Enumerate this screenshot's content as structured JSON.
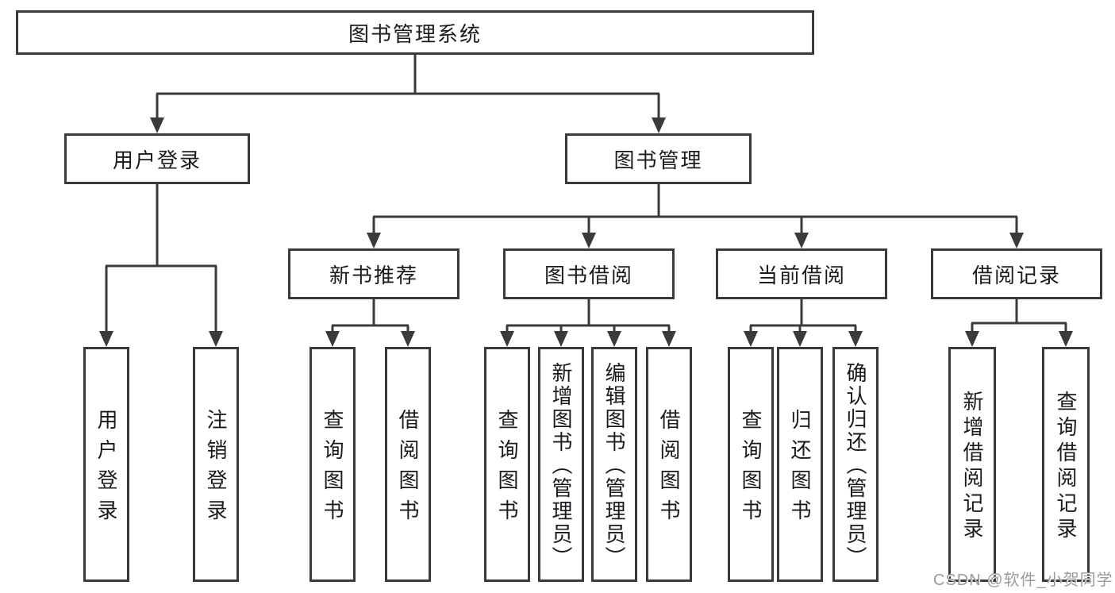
{
  "tree": {
    "root": {
      "label": "图书管理系统"
    },
    "level2": [
      {
        "id": "user-login",
        "label": "用户登录"
      },
      {
        "id": "book-management",
        "label": "图书管理"
      }
    ],
    "level3": [
      {
        "id": "new-book-recommend",
        "parent": "book-management",
        "label": "新书推荐"
      },
      {
        "id": "book-borrowing",
        "parent": "book-management",
        "label": "图书借阅"
      },
      {
        "id": "current-borrowing",
        "parent": "book-management",
        "label": "当前借阅"
      },
      {
        "id": "borrowing-records",
        "parent": "book-management",
        "label": "借阅记录"
      }
    ],
    "leaves": [
      {
        "parent": "user-login",
        "label": "用户登录"
      },
      {
        "parent": "user-login",
        "label": "注销登录"
      },
      {
        "parent": "new-book-recommend",
        "label": "查询图书"
      },
      {
        "parent": "new-book-recommend",
        "label": "借阅图书"
      },
      {
        "parent": "book-borrowing",
        "label": "查询图书"
      },
      {
        "parent": "book-borrowing",
        "label": "新增图书（管理员）"
      },
      {
        "parent": "book-borrowing",
        "label": "编辑图书（管理员）"
      },
      {
        "parent": "book-borrowing",
        "label": "借阅图书"
      },
      {
        "parent": "current-borrowing",
        "label": "查询图书"
      },
      {
        "parent": "current-borrowing",
        "label": "归还图书"
      },
      {
        "parent": "current-borrowing",
        "label": "确认归还（管理员）"
      },
      {
        "parent": "borrowing-records",
        "label": "新增借阅记录"
      },
      {
        "parent": "borrowing-records",
        "label": "查询借阅记录"
      }
    ]
  },
  "colors": {
    "border": "#3a3a3c",
    "text": "#1b1b1f",
    "watermark": "#9b9b9b",
    "background": "#ffffff"
  },
  "watermark": "CSDN @软件_小贺同学"
}
